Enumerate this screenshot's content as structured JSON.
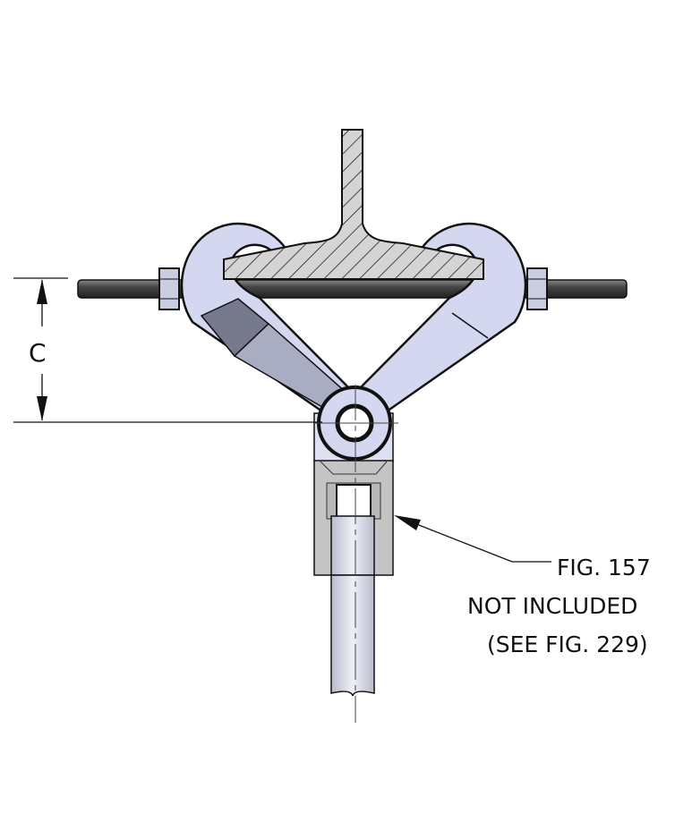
{
  "dimension": {
    "label": "C"
  },
  "callout": {
    "line1": "FIG. 157",
    "line2": "NOT INCLUDED",
    "line3": "(SEE FIG. 229)"
  },
  "colors": {
    "part_fill": "#d3d8f0",
    "part_shade": "#a9adc2",
    "part_dark": "#777a8c",
    "beam_fill": "#d4d4d4",
    "rod": "#555555",
    "block": "#c4c4c4"
  }
}
